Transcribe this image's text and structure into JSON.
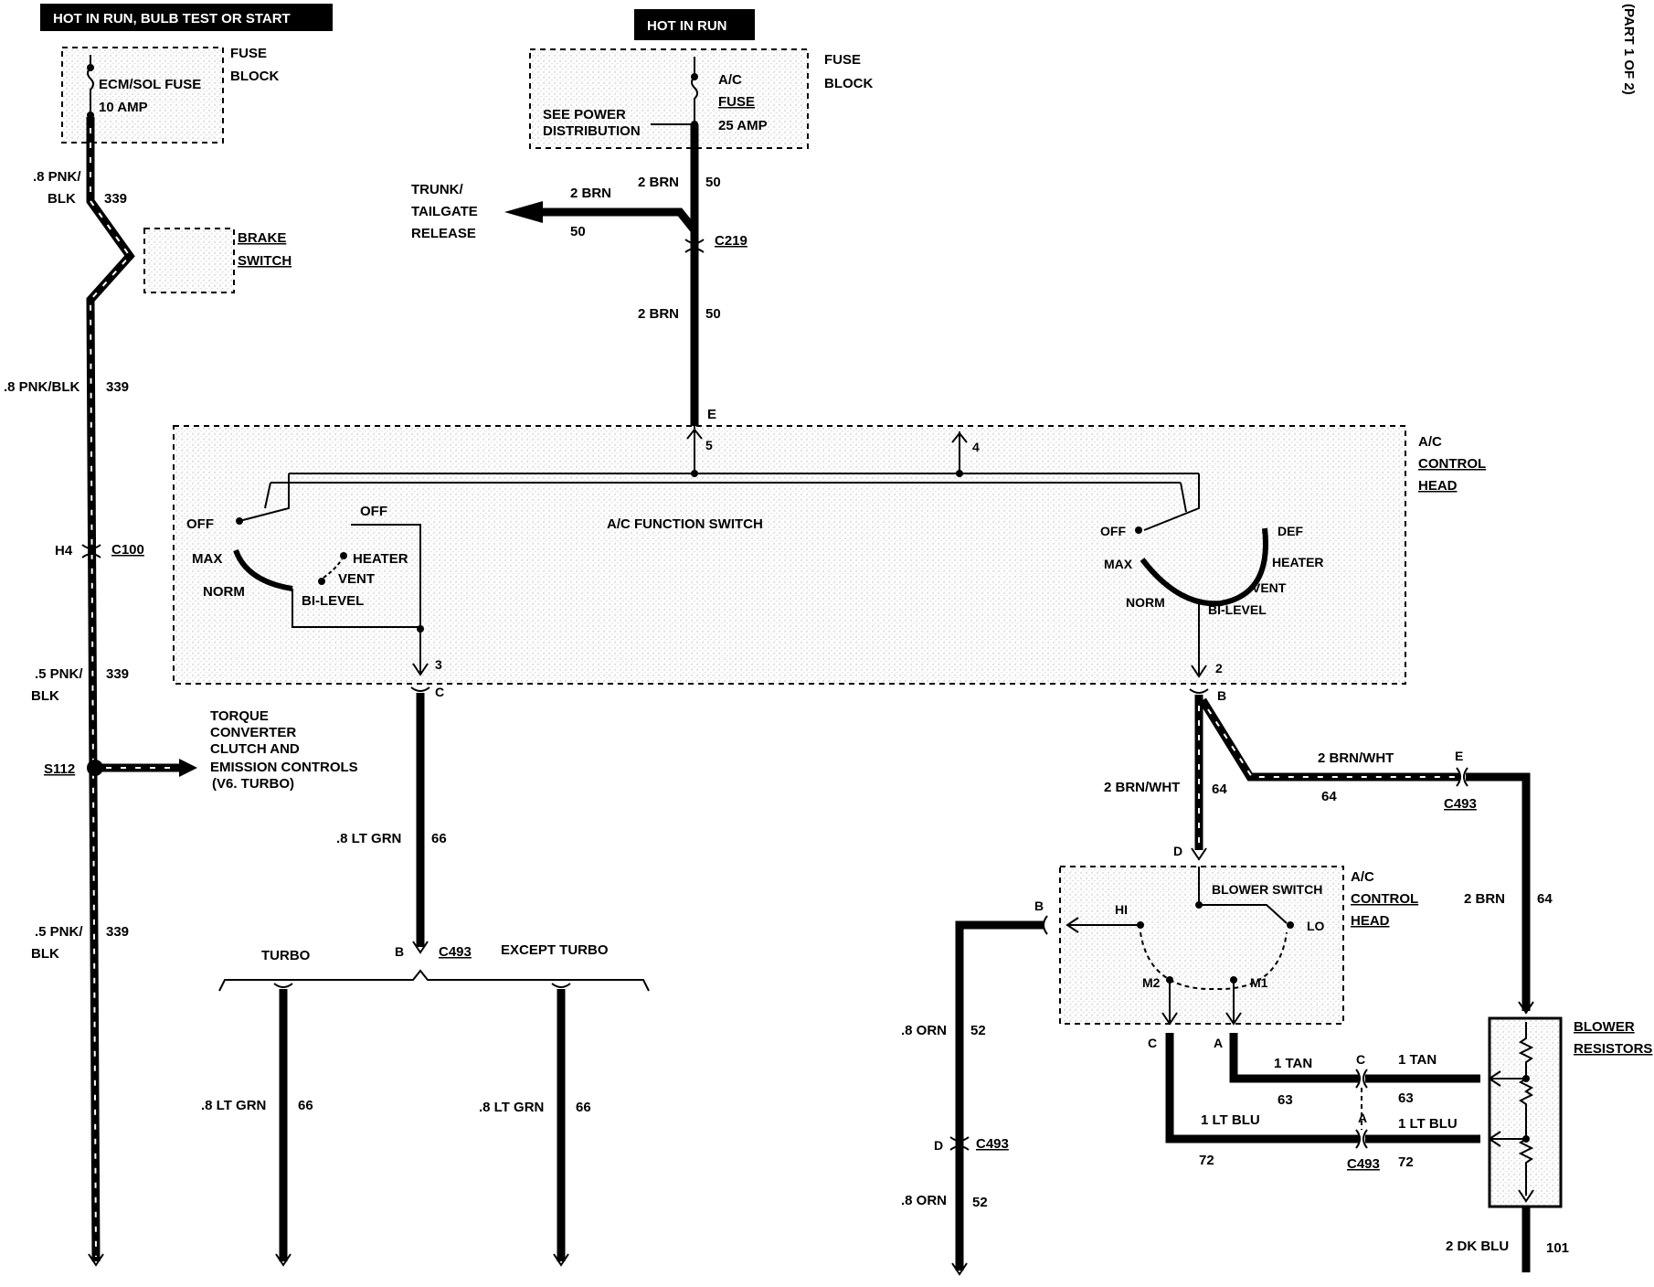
{
  "page_label": "(PART 1 OF 2)",
  "headers": {
    "left": "HOT IN RUN, BULB TEST OR START",
    "center": "HOT IN RUN"
  },
  "fuse_block_left": {
    "title_1": "FUSE",
    "title_2": "BLOCK",
    "fuse_name": "ECM/SOL FUSE",
    "fuse_rating": "10 AMP"
  },
  "fuse_block_center": {
    "title_1": "FUSE",
    "title_2": "BLOCK",
    "fuse_name_1": "A/C",
    "fuse_name_2": "FUSE",
    "fuse_rating": "25 AMP",
    "note_1": "SEE POWER",
    "note_2": "DISTRIBUTION"
  },
  "brake_switch": {
    "line_1": "BRAKE",
    "line_2": "SWITCH"
  },
  "trunk": {
    "line_1": "TRUNK/",
    "line_2": "TAILGATE",
    "line_3": "RELEASE"
  },
  "torque": {
    "line_1": "TORQUE",
    "line_2": "CONVERTER",
    "line_3": "CLUTCH AND",
    "line_4": "EMISSION CONTROLS",
    "line_5": "(V6. TURBO)"
  },
  "ac_control_head": {
    "line_1": "A/C",
    "line_2": "CONTROL",
    "line_3": "HEAD",
    "function_switch": "A/C FUNCTION SWITCH"
  },
  "ac_control_head_2": {
    "line_1": "A/C",
    "line_2": "CONTROL",
    "line_3": "HEAD",
    "blower_switch": "BLOWER SWITCH"
  },
  "blower_resistors": {
    "line_1": "BLOWER",
    "line_2": "RESISTORS"
  },
  "left_switch": {
    "off_left": "OFF",
    "max": "MAX",
    "norm": "NORM",
    "off_top": "OFF",
    "heater": "HEATER",
    "vent": "VENT",
    "bilevel": "BI-LEVEL"
  },
  "right_switch": {
    "off": "OFF",
    "max": "MAX",
    "norm": "NORM",
    "def": "DEF",
    "heater": "HEATER",
    "vent": "VENT",
    "bilevel": "BI-LEVEL"
  },
  "blower_switch_pos": {
    "hi": "HI",
    "lo": "LO",
    "m2": "M2",
    "m1": "M1"
  },
  "wires": {
    "w1_gauge": ".8 PNK/",
    "w1_gauge_b": "BLK",
    "w1_num": "339",
    "w2_gauge": ".8 PNK/BLK",
    "w2_num": "339",
    "w3_gauge": ".5 PNK/",
    "w3_gauge_b": "BLK",
    "w3_num": "339",
    "w4_gauge": ".5 PNK/",
    "w4_gauge_b": "BLK",
    "w4_num": "339",
    "brn_a": "2 BRN",
    "brn_a_num": "50",
    "brn_trunk": "2 BRN",
    "brn_trunk_num": "50",
    "brn_b": "2 BRN",
    "brn_b_num": "50",
    "ltgrn_main": ".8 LT GRN",
    "ltgrn_main_num": "66",
    "ltgrn_turbo": ".8 LT GRN",
    "ltgrn_turbo_num": "66",
    "ltgrn_except": ".8 LT GRN",
    "ltgrn_except_num": "66",
    "brnwht_v": "2 BRN/WHT",
    "brnwht_v_num": "64",
    "brnwht_h": "2 BRN/WHT",
    "brnwht_h_num": "64",
    "brn_right": "2 BRN",
    "brn_right_num": "64",
    "orn_a": ".8 ORN",
    "orn_a_num": "52",
    "orn_b": ".8 ORN",
    "orn_b_num": "52",
    "tan_a": "1 TAN",
    "tan_a_num": "63",
    "tan_b": "1 TAN",
    "tan_b_num": "63",
    "ltblu_a": "1 LT BLU",
    "ltblu_a_num": "72",
    "ltblu_b": "1 LT BLU",
    "ltblu_b_num": "72",
    "dkblu": "2 DK BLU",
    "dkblu_num": "101"
  },
  "connectors": {
    "c100": "C100",
    "h4": "H4",
    "s112": "S112",
    "c219": "C219",
    "c493_a": "C493",
    "c493_b": "C493",
    "c493_c": "C493",
    "c493_d": "C493",
    "pin_e_top": "E",
    "pin_5": "5",
    "pin_4": "4",
    "pin_3": "3",
    "pin_c": "C",
    "pin_2": "2",
    "pin_b": "B",
    "pin_d": "D",
    "pin_b2": "B",
    "pin_c2": "C",
    "pin_a2": "A",
    "pin_e2": "E",
    "pin_d2": "D",
    "pin_b3": "B",
    "pin_c3": "C",
    "pin_a3": "A"
  },
  "branch": {
    "turbo": "TURBO",
    "except_turbo": "EXCEPT TURBO"
  }
}
